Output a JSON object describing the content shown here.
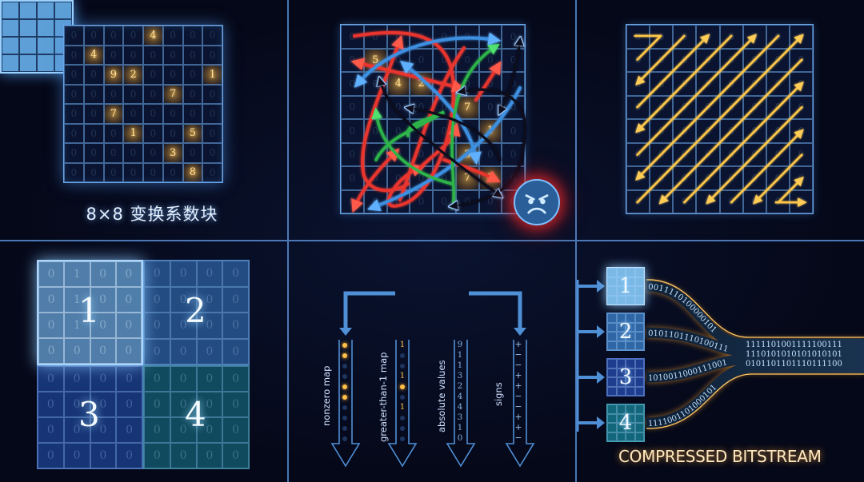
{
  "colors": {
    "background": "#050818",
    "grid_line": "#6aa6e8",
    "highlight": "#ffc04a",
    "divider": "#4b78b6",
    "red_path": "#e8352d",
    "blue_path": "#3d8fe0",
    "green_path": "#2fb54a",
    "black_path": "#0a0f1e"
  },
  "panel_coefficients": {
    "caption": "8×8 变换系数块",
    "grid": [
      [
        "0",
        "0",
        "0",
        "0",
        "4",
        "0",
        "0",
        "0"
      ],
      [
        "0",
        "4",
        "0",
        "0",
        "0",
        "0",
        "0",
        "0"
      ],
      [
        "0",
        "0",
        "9",
        "2",
        "0",
        "0",
        "0",
        "1"
      ],
      [
        "0",
        "0",
        "0",
        "0",
        "0",
        "7",
        "0",
        "0"
      ],
      [
        "0",
        "0",
        "7",
        "0",
        "0",
        "0",
        "0",
        "0"
      ],
      [
        "0",
        "0",
        "0",
        "1",
        "0",
        "0",
        "5",
        "0"
      ],
      [
        "0",
        "0",
        "0",
        "0",
        "0",
        "3",
        "0",
        "0"
      ],
      [
        "0",
        "0",
        "0",
        "0",
        "0",
        "0",
        "8",
        "0"
      ]
    ]
  },
  "panel_chaotic_scan": {
    "grid": [
      [
        "0",
        "0",
        "0",
        "0",
        "0",
        "0",
        "0",
        "0"
      ],
      [
        "0",
        "5",
        "0",
        "0",
        "0",
        "0",
        "0",
        "0"
      ],
      [
        "0",
        "0",
        "4",
        "2",
        "0",
        "0",
        "0",
        "0"
      ],
      [
        "0",
        "0",
        "0",
        "0",
        "0",
        "7",
        "0",
        "0"
      ],
      [
        "0",
        "0",
        "0",
        "0",
        "0",
        "0",
        "1",
        "0"
      ],
      [
        "0",
        "0",
        "0",
        "0",
        "0",
        "3",
        "0",
        "0"
      ],
      [
        "0",
        "0",
        "0",
        "0",
        "0",
        "7",
        "8",
        "0"
      ],
      [
        "0",
        "0",
        "0",
        "0",
        "0",
        "0",
        "0",
        "0"
      ]
    ],
    "hot_cells": [
      "1-1",
      "2-2",
      "2-3",
      "3-5",
      "4-6",
      "5-5",
      "6-5",
      "6-6"
    ],
    "face_icon": "angry-face-icon"
  },
  "panel_zigzag_scan": {
    "grid_size": 8,
    "start_arrow": "top-left",
    "end_arrow": "bottom-right"
  },
  "panel_subblocks": {
    "quadrants": [
      {
        "label": "1",
        "values": [
          "0",
          "1",
          "0",
          "0",
          "0",
          "1",
          "0",
          "0",
          "0",
          "1",
          "0",
          "0",
          "0",
          "0",
          "0",
          "0"
        ]
      },
      {
        "label": "2",
        "values": [
          "0",
          "0",
          "0",
          "0",
          "0",
          "0",
          "0",
          "0",
          "0",
          "0",
          "0",
          "0",
          "0",
          "0",
          "0",
          "0"
        ]
      },
      {
        "label": "3",
        "values": [
          "0",
          "0",
          "0",
          "0",
          "0",
          "0",
          "0",
          "0",
          "0",
          "0",
          "0",
          "0",
          "0",
          "0",
          "0",
          "0"
        ]
      },
      {
        "label": "4",
        "values": [
          "0",
          "0",
          "0",
          "0",
          "0",
          "0",
          "0",
          "0",
          "0",
          "0",
          "0",
          "0",
          "0",
          "0",
          "0",
          "0"
        ]
      }
    ]
  },
  "panel_syntax": {
    "columns": [
      {
        "label": "nonzero map",
        "dots": [
          1,
          1,
          0,
          0,
          1,
          1,
          0,
          0,
          0,
          0
        ]
      },
      {
        "label": "greater-than-1 map",
        "values": [
          "1",
          "•",
          "•",
          "1",
          "●",
          "•",
          "1",
          "•",
          "•",
          "•"
        ]
      },
      {
        "label": "absolute values",
        "values": [
          "9",
          "1",
          "1",
          "3",
          "2",
          "4",
          "4",
          "3",
          "1",
          "0"
        ]
      },
      {
        "label": "signs",
        "values": [
          "+",
          "−",
          "−",
          "+",
          "+",
          "−",
          "−",
          "+",
          "+",
          "−"
        ]
      }
    ]
  },
  "panel_bitstream": {
    "blocks": [
      "1",
      "2",
      "3",
      "4"
    ],
    "streams": [
      "0011110100000101",
      "0101101110100111",
      "1010011000111001",
      "1111001101000101"
    ],
    "merged": [
      "1111101001111100111",
      "1110101010101010101",
      "0101101101110111100"
    ],
    "label": "COMPRESSED BITSTREAM"
  }
}
